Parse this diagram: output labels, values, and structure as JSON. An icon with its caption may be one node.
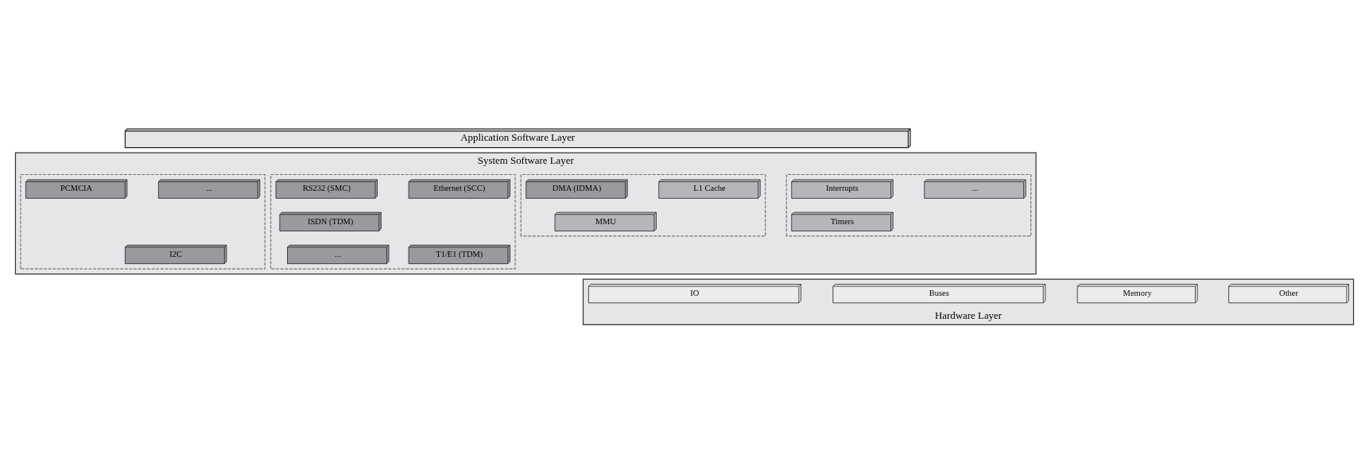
{
  "diagram": {
    "nodes": [
      {
        "text": [
          "Application Software Layer"
        ]
      },
      {
        "text": [
          "System Software Layer"
        ]
      },
      {
        "text": [],
        "shape": "box",
        "in": 1
      },
      {
        "text": [
          "RS232 (SMC)"
        ],
        "in": 2
      },
      {
        "text": [
          "Ethernet (SCC)"
        ],
        "in": 2
      },
      {
        "text": [
          "ISDN (TDM)"
        ],
        "in": 2
      },
      {
        "text": [
          "T1/E1 (TDM)"
        ],
        "in": 2
      },
      {
        "text": [
          "..."
        ],
        "in": 2
      },
      {
        "text": [],
        "shape": "box",
        "in": 1
      },
      {
        "text": [
          "PCMCIA"
        ],
        "in": 8
      },
      {
        "text": [
          "I2C"
        ],
        "in": 8
      },
      {
        "text": [
          "..."
        ],
        "in": 8
      },
      {
        "text": [],
        "shape": "box",
        "in": 1
      },
      {
        "text": [
          "DMA (IDMA)"
        ],
        "in": 12
      },
      {
        "text": [
          "MMU"
        ],
        "in": 12
      },
      {
        "text": [
          "L1 Cache"
        ],
        "in": 12
      },
      {
        "text": [],
        "shape": "box",
        "in": 1
      },
      {
        "text": [
          "Interrupts"
        ],
        "in": 16
      },
      {
        "text": [
          "Timers"
        ],
        "in": 16
      },
      {
        "text": [
          "..."
        ],
        "in": 16
      },
      {
        "text": [
          "Hardware Layer"
        ]
      },
      {
        "text": [
          "IO"
        ],
        "in": 20
      },
      {
        "text": [
          "Buses"
        ],
        "in": 20
      },
      {
        "text": [
          "Memory"
        ],
        "in": 20
      },
      {
        "text": [
          "Other"
        ],
        "in": 20
      }
    ]
  }
}
